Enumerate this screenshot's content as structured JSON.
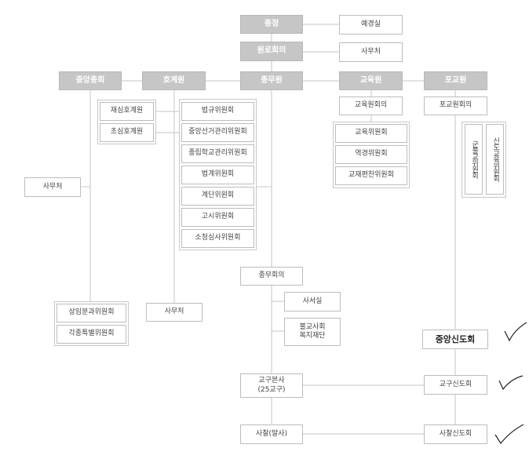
{
  "top": {
    "jongjeong": "종정",
    "wonro": "원로회의",
    "yegyeong": "예경실",
    "samucheo_top": "사무처"
  },
  "row": {
    "jungang": "중앙종회",
    "hogye": "호계원",
    "jongmu": "종무원",
    "gyoyuk": "교육원",
    "pogyo": "포교원"
  },
  "hogye_sub": [
    "재심호계원",
    "초심호계원"
  ],
  "jongmu_committees": [
    "법규위원회",
    "중앙선거관리위원회",
    "종립학교관리위원회",
    "법계위원회",
    "계단위원회",
    "고시위원회",
    "소청심사위원회"
  ],
  "gyoyuk_council": "교육원회의",
  "gyoyuk_committees": [
    "교육위원회",
    "역경위원회",
    "교재편찬위원회"
  ],
  "pogyo_council": "포교원회의",
  "pogyo_vertical": [
    "군불교위원회",
    "신도교육위원회"
  ],
  "jungang_samucheo": "사무처",
  "jungang_committees": [
    "상임분과위원회",
    "각종특별위원회"
  ],
  "hogye_samucheo": "사무처",
  "jongmu_council": "종무회의",
  "saseosil": "사서실",
  "welfare": "불교사회\n복지재단",
  "gyogu": "교구본사\n(25교구)",
  "sachal": "사찰(말사)",
  "central_shindo": "중앙신도회",
  "gyogu_shindo": "교구신도회",
  "sachal_shindo": "사찰신도회"
}
